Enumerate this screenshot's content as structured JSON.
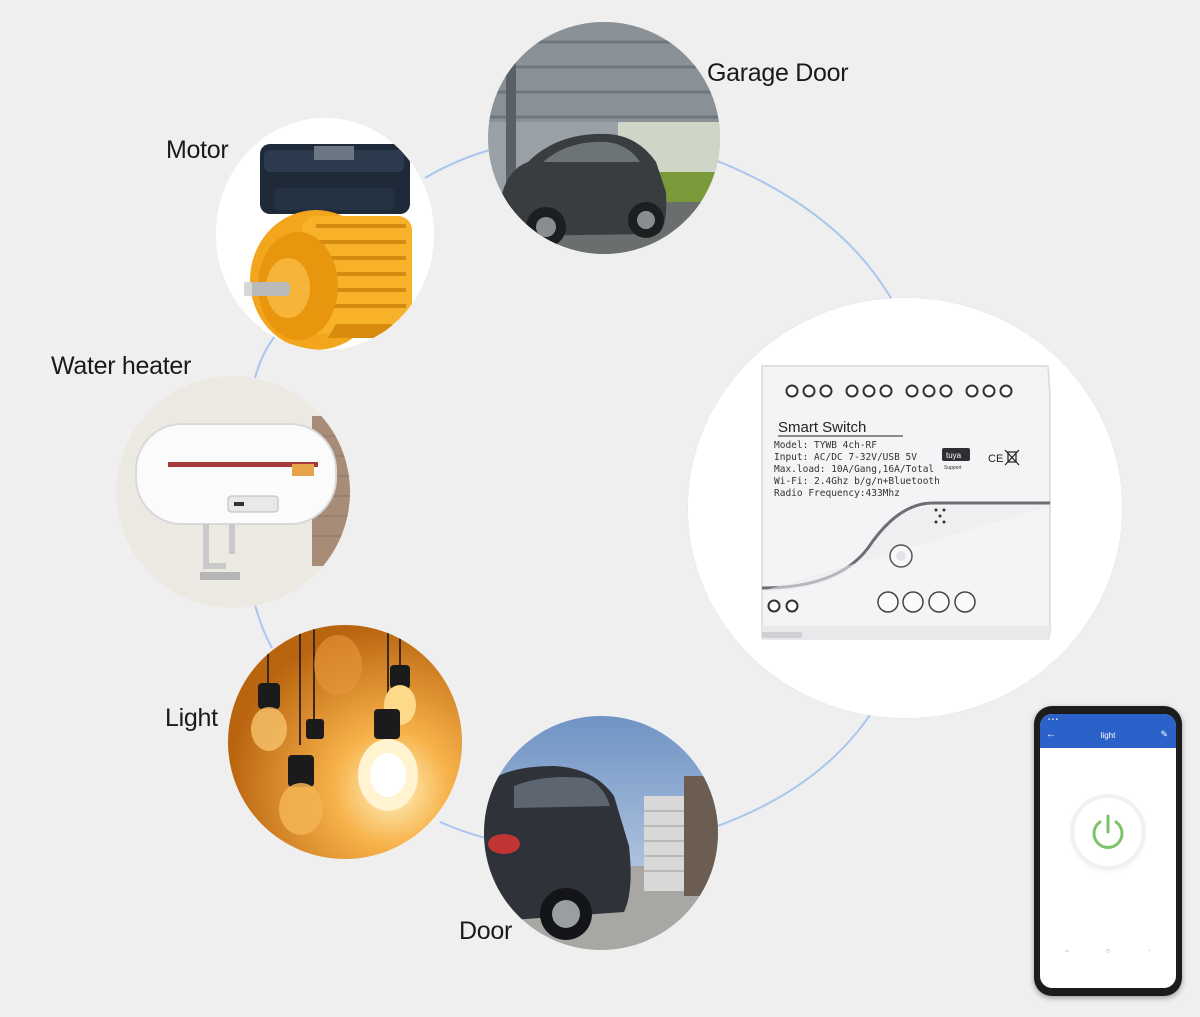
{
  "labels": {
    "motor": "Motor",
    "garage_door": "Garage Door",
    "water_heater": "Water heater",
    "light": "Light",
    "door": "Door"
  },
  "device": {
    "title": "Smart  Switch",
    "spec_lines": [
      "Model:  TYWB 4ch-RF",
      "Input:  AC/DC 7-32V/USB 5V",
      "Max.load:  10A/Gang,16A/Total",
      "Wi-Fi:  2.4Ghz b/g/n+Bluetooth",
      "Radio Frequency:433Mhz"
    ],
    "tuya_badge": "tuya",
    "tuya_support": "Support",
    "cert_marks": "CE"
  },
  "phone": {
    "title": "light",
    "accent": "#2b62c9",
    "power_color": "#7cc36a"
  },
  "colors": {
    "background": "#efefef",
    "connector_line": "#a9c6ee"
  }
}
